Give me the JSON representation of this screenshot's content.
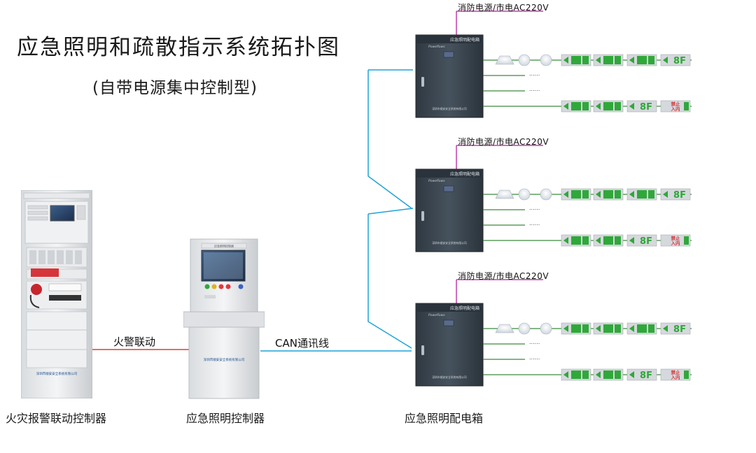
{
  "title": "应急照明和疏散指示系统拓扑图",
  "subtitle": "(自带电源集中控制型)",
  "devices": {
    "fire_alarm_controller": {
      "caption": "火灾报警联动控制器",
      "brand_text": "深圳市顺安安全系统有限公司"
    },
    "emergency_lighting_controller": {
      "caption": "应急照明控制器",
      "screen_label": "应急照明控制器",
      "brand_text": "深圳市顺安安全系统有限公司"
    },
    "distribution_box_caption": "应急照明配电箱"
  },
  "links": {
    "fire_link": "火警联动",
    "can_bus": "CAN通讯线"
  },
  "distribution_boxes": [
    {
      "power_label": "消防电源/市电AC220V",
      "box_title": "应急照明配电箱",
      "box_brand": "Poweflows",
      "box_footer": "深圳市顺安安全系统有限公司",
      "dots_1": "......",
      "dots_2": "......",
      "row1_floor_sign": "8F",
      "row2_floor_sign": "8F",
      "row2_exit_sign": "禁止\n入内"
    },
    {
      "power_label": "消防电源/市电AC220V",
      "box_title": "应急照明配电箱",
      "box_brand": "Poweflows",
      "box_footer": "深圳市顺安安全系统有限公司",
      "dots_1": "......",
      "dots_2": "......",
      "row1_floor_sign": "8F",
      "row2_floor_sign": "8F",
      "row2_exit_sign": "禁止\n入内"
    },
    {
      "power_label": "消防电源/市电AC220V",
      "box_title": "应急照明配电箱",
      "box_brand": "Poweflows",
      "box_footer": "深圳市顺安安全系统有限公司",
      "dots_1": "......",
      "dots_2": "......",
      "row1_floor_sign": "8F",
      "row2_floor_sign": "8F",
      "row2_exit_sign": "禁止\n入内"
    }
  ],
  "colors": {
    "can_line": "#1fa3d8",
    "fire_line": "#e0393e",
    "power_line": "#c03fa8",
    "branch_line": "#3a8a3a",
    "box_body": "#3e4a55",
    "sign_green": "#2fa83a"
  }
}
